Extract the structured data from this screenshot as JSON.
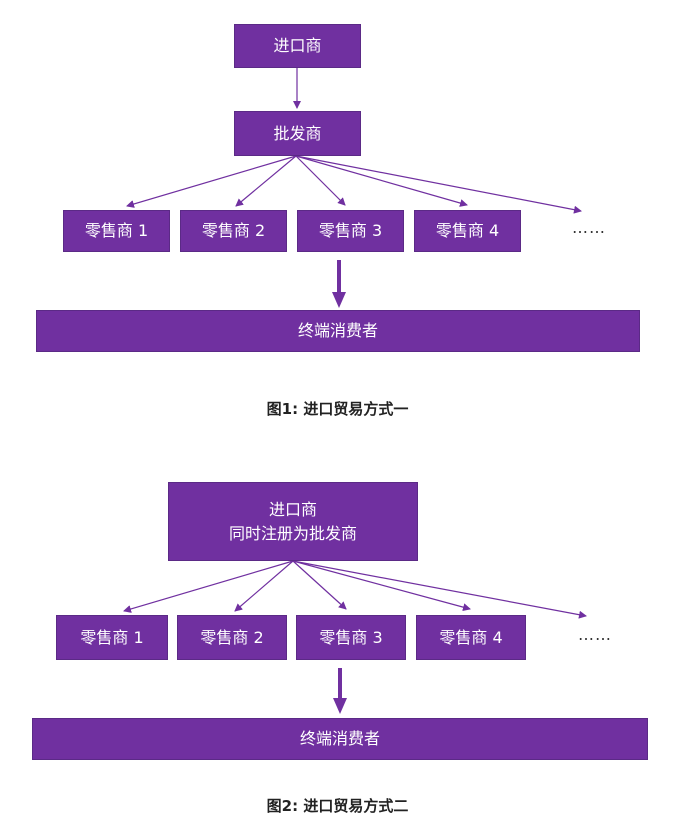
{
  "colors": {
    "box_fill": "#7030a0",
    "arrow": "#7030a0"
  },
  "diagram1": {
    "importer": "进口商",
    "wholesaler": "批发商",
    "retailers": [
      "零售商 1",
      "零售商 2",
      "零售商 3",
      "零售商 4"
    ],
    "ellipsis": "……",
    "consumer": "终端消费者",
    "caption": "图1: 进口贸易方式一"
  },
  "diagram2": {
    "importer_line1": "进口商",
    "importer_line2": "同时注册为批发商",
    "retailers": [
      "零售商 1",
      "零售商 2",
      "零售商 3",
      "零售商 4"
    ],
    "ellipsis": "……",
    "consumer": "终端消费者",
    "caption": "图2: 进口贸易方式二"
  }
}
